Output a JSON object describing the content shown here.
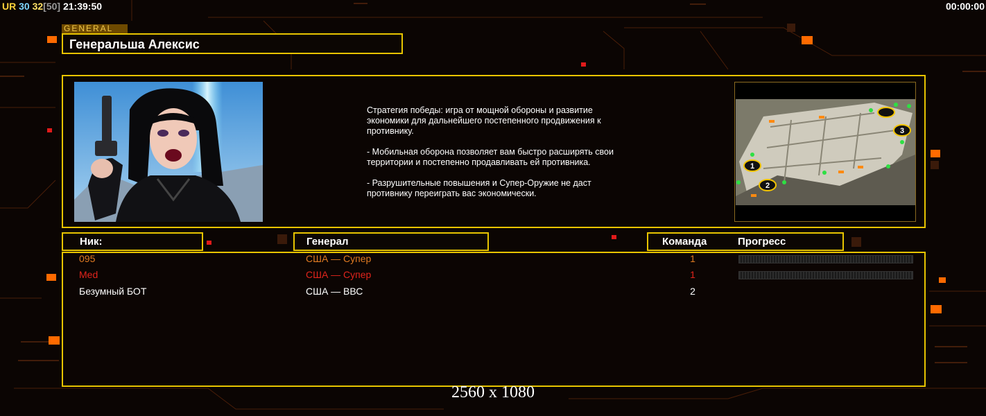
{
  "hud": {
    "ur": "UR",
    "n1": "30",
    "n2": "32",
    "n3": "[50]",
    "clock": "21:39:50",
    "timer": "00:00:00"
  },
  "general": {
    "tag": "GENERAL",
    "name": "Генеральша Алексис"
  },
  "description": [
    "Стратегия победы: игра от мощной обороны и развитие\n экономики для дальнейшего постепенного продвижения к\n противнику.",
    "- Мобильная оборона позволяет вам быстро расширять свои\n территории и постепенно продавливать ей противника.",
    "- Разрушительные повышения и Супер-Оружие не даст\n противнику переиграть вас экономически."
  ],
  "table": {
    "headers": {
      "nick": "Ник:",
      "general": "Генерал",
      "team": "Команда",
      "progress": "Прогресс"
    },
    "rows": [
      {
        "nick": "095",
        "general": "США — Супер",
        "team": "1",
        "color": "#e07a22",
        "has_progress": true
      },
      {
        "nick": "Med",
        "general": "США — Супер",
        "team": "1",
        "color": "#e0241c",
        "has_progress": true
      },
      {
        "nick": "Безумный БОТ",
        "general": "США — ВВС",
        "team": "2",
        "color": "#ffffff",
        "has_progress": false
      }
    ]
  },
  "minimap_markers": [
    "1",
    "2",
    "3"
  ],
  "resolution": "2560 x 1080",
  "colors": {
    "frame": "#e8c400",
    "accent_orange": "#ff6a00"
  }
}
